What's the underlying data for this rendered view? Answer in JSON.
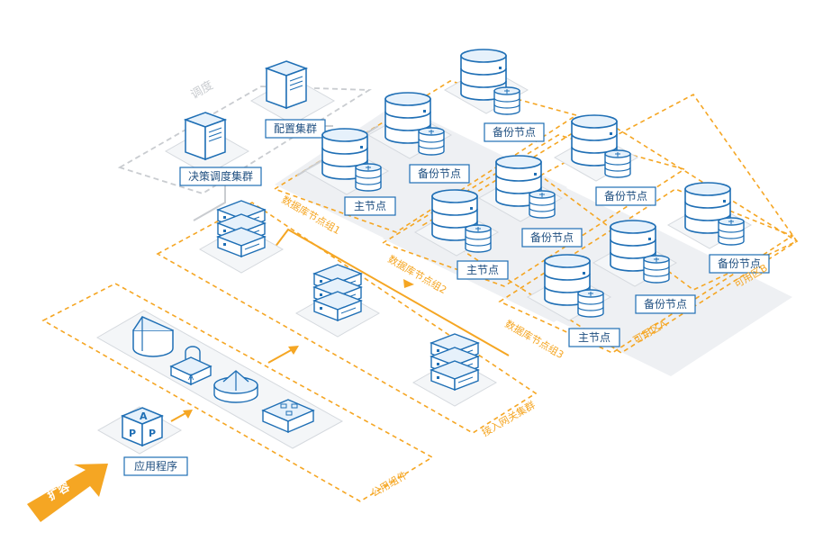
{
  "colors": {
    "accent": "#f5a623",
    "node_blue": "#1f6fb5",
    "node_light": "#e6f1fb",
    "gray_line": "#c9ccd0",
    "panel_gray": "#eef0f3"
  },
  "scale_arrow": {
    "label": "扩容"
  },
  "scheduling_zone": {
    "label": "调度"
  },
  "public_component_zone": {
    "label": "公用组件"
  },
  "gateway_zone": {
    "label": "接入网关集群"
  },
  "availability_zones": [
    {
      "label": "可用区A"
    },
    {
      "label": "可用区B"
    }
  ],
  "db_groups": [
    {
      "label": "数据库节点组1",
      "primary": "主节点",
      "backups": [
        "备份节点",
        "备份节点"
      ]
    },
    {
      "label": "数据库节点组2",
      "primary": "主节点",
      "backups": [
        "备份节点",
        "备份节点"
      ]
    },
    {
      "label": "数据库节点组3",
      "primary": "主节点",
      "backups": [
        "备份节点",
        "备份节点"
      ]
    }
  ],
  "components": {
    "application": "应用程序",
    "application_icon_letters": [
      "A",
      "P",
      "P"
    ],
    "decision_cluster": "决策调度集群",
    "config_cluster": "配置集群"
  },
  "icons": [
    "server-tower-icon",
    "server-stack-icon",
    "database-icon",
    "app-cube-icon",
    "lock-icon",
    "shield-icon",
    "network-icon"
  ]
}
